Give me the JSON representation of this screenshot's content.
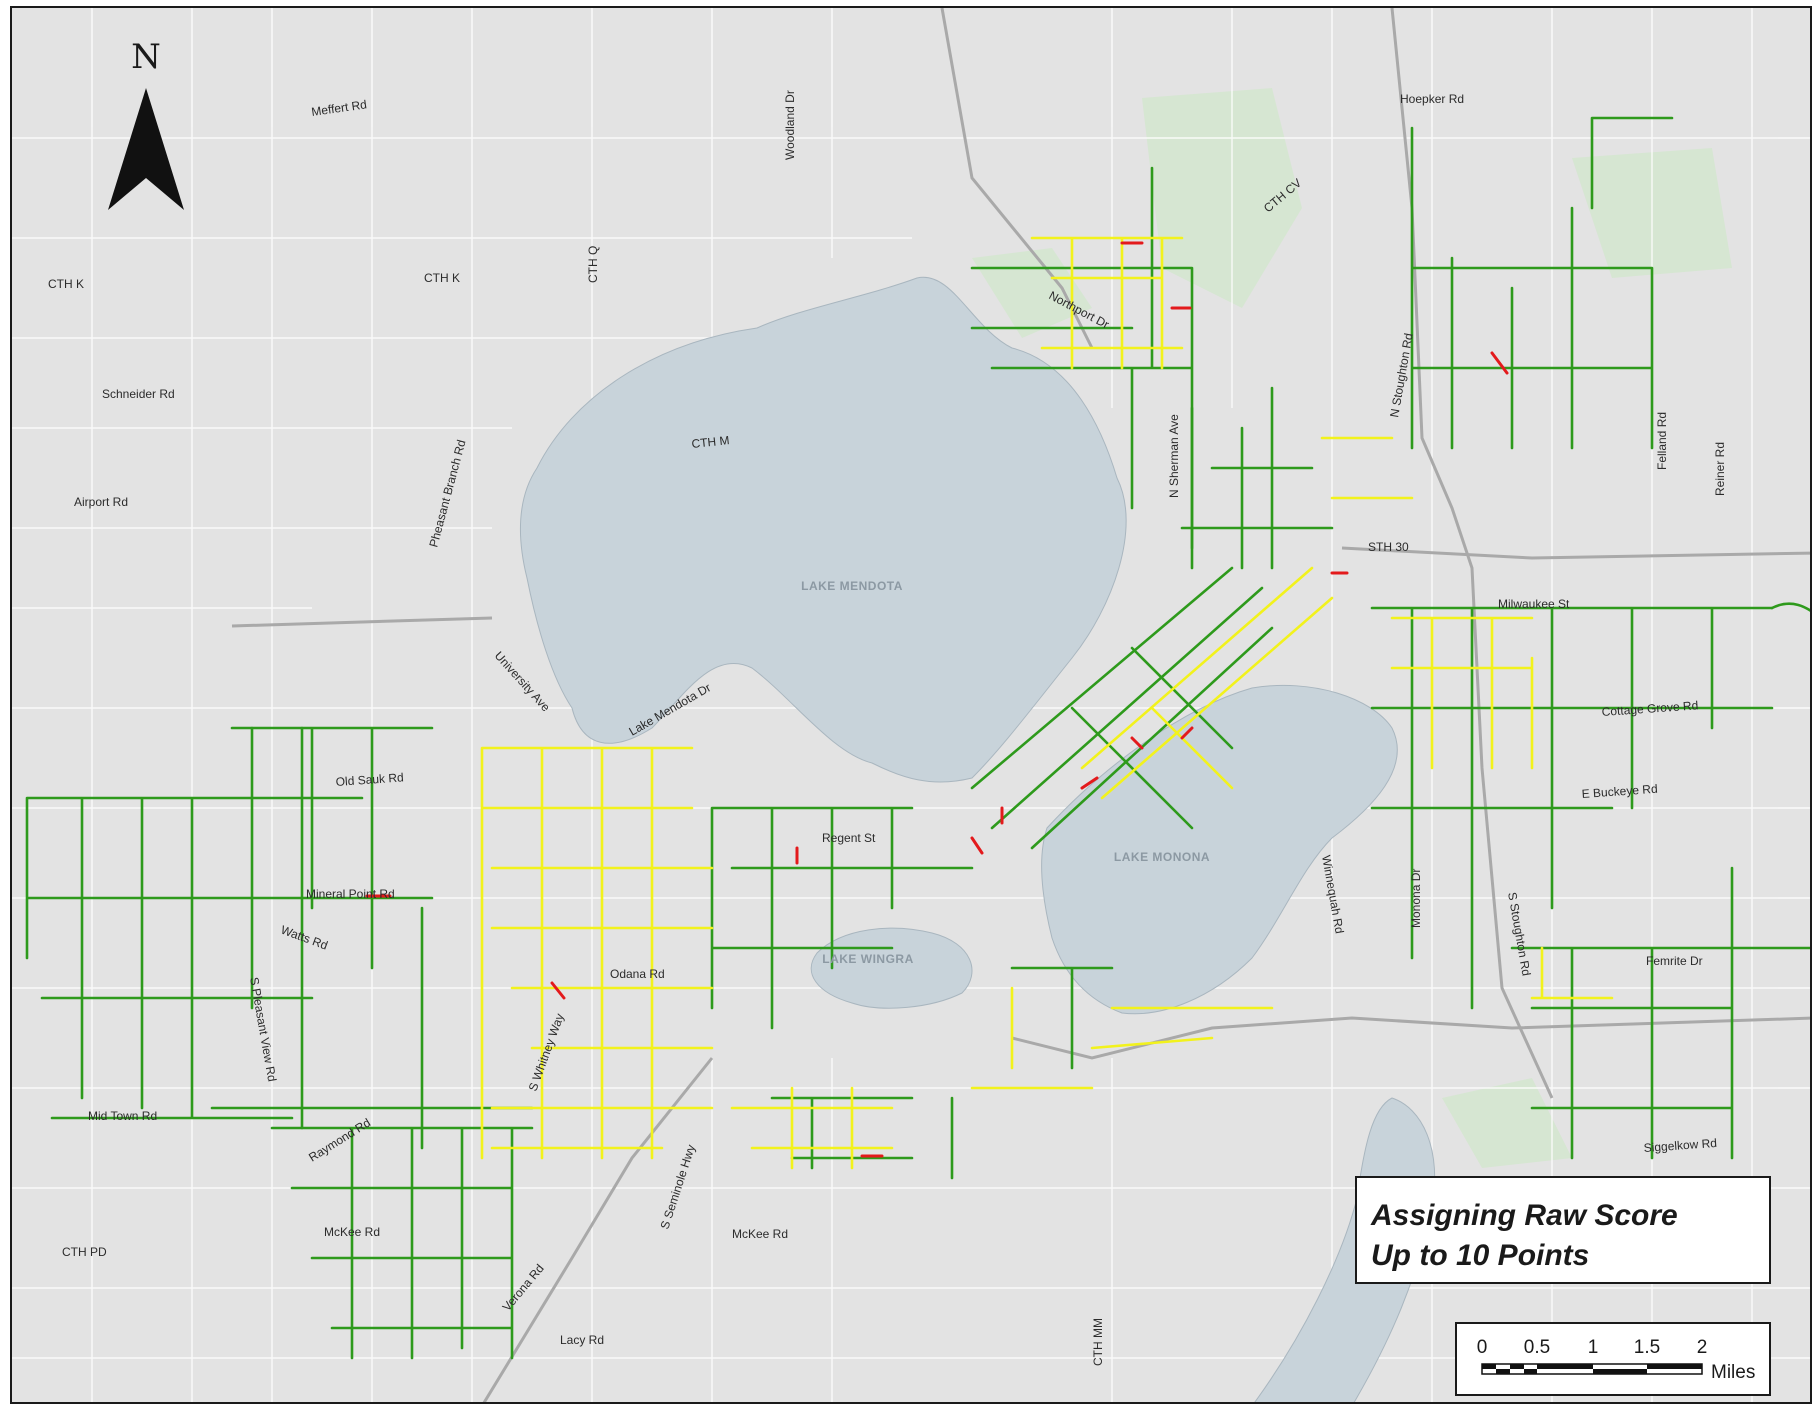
{
  "map": {
    "title_line_1": "Assigning Raw Score",
    "title_line_2": "Up to 10 Points",
    "north_label": "N",
    "colors": {
      "background": "#e3e3e3",
      "water": "#c8d3da",
      "minor_roads": "#ffffff",
      "green_segments": "#2e9a1c",
      "yellow_segments": "#f2f21c",
      "red_segments": "#e31a1c",
      "parks": "#d6e6d2"
    },
    "lakes": [
      {
        "name": "LAKE MENDOTA"
      },
      {
        "name": "LAKE MONONA"
      },
      {
        "name": "LAKE WINGRA"
      }
    ],
    "road_labels": [
      {
        "text": "Meffert Rd"
      },
      {
        "text": "Woodland Dr"
      },
      {
        "text": "CTH K"
      },
      {
        "text": "CTH K"
      },
      {
        "text": "CTH Q"
      },
      {
        "text": "Schneider Rd"
      },
      {
        "text": "Airport Rd"
      },
      {
        "text": "Pheasant Branch Rd"
      },
      {
        "text": "CTH M"
      },
      {
        "text": "CTH CV"
      },
      {
        "text": "Hoepker Rd"
      },
      {
        "text": "Northport Dr"
      },
      {
        "text": "N Sherman Ave"
      },
      {
        "text": "N Stoughton Rd"
      },
      {
        "text": "Felland Rd"
      },
      {
        "text": "Reiner Rd"
      },
      {
        "text": "STH 30"
      },
      {
        "text": "Milwaukee St"
      },
      {
        "text": "Cottage Grove Rd"
      },
      {
        "text": "E Buckeye Rd"
      },
      {
        "text": "University Ave"
      },
      {
        "text": "Lake Mendota Dr"
      },
      {
        "text": "Old Sauk Rd"
      },
      {
        "text": "Regent St"
      },
      {
        "text": "Mineral Point Rd"
      },
      {
        "text": "Watts Rd"
      },
      {
        "text": "S Pleasant View Rd"
      },
      {
        "text": "Odana Rd"
      },
      {
        "text": "Winnequah Rd"
      },
      {
        "text": "Monona Dr"
      },
      {
        "text": "S Stoughton Rd"
      },
      {
        "text": "Femrite Dr"
      },
      {
        "text": "S Whitney Way"
      },
      {
        "text": "Mid Town Rd"
      },
      {
        "text": "Raymond Rd"
      },
      {
        "text": "S Seminole Hwy"
      },
      {
        "text": "McKee Rd"
      },
      {
        "text": "McKee Rd"
      },
      {
        "text": "CTH PD"
      },
      {
        "text": "Verona Rd"
      },
      {
        "text": "Lacy Rd"
      },
      {
        "text": "CTH MM"
      },
      {
        "text": "Siggelkow Rd"
      }
    ],
    "scale_bar": {
      "ticks": [
        "0",
        "0.5",
        "1",
        "1.5",
        "2"
      ],
      "unit": "Miles"
    }
  }
}
